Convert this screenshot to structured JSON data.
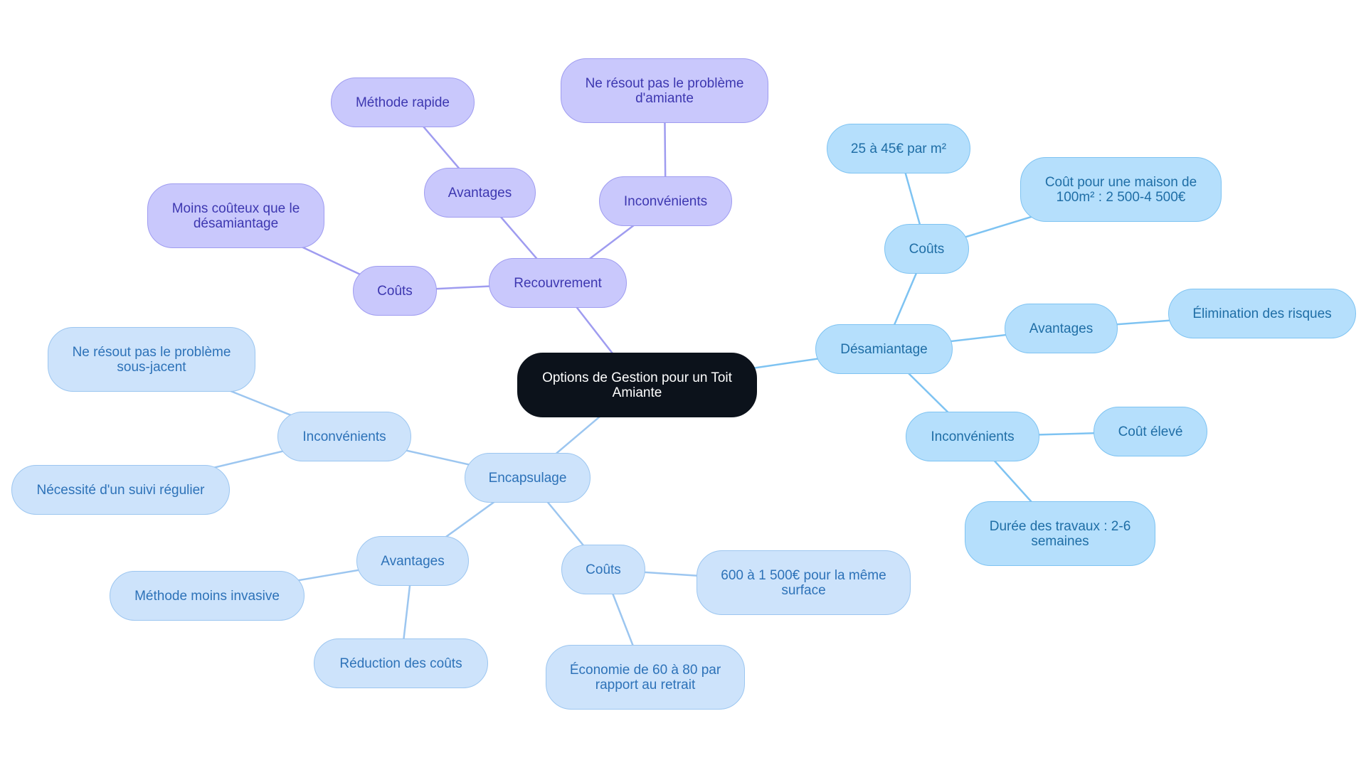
{
  "colors": {
    "root_bg": "#0c121b",
    "purple_fill": "#c9c8fc",
    "purple_line": "#9f9cf0",
    "blue_fill": "#b5dffc",
    "blue_line": "#7ec3f2",
    "lightblue_fill": "#cde3fb",
    "lightblue_line": "#9cc6f0"
  },
  "root": {
    "label": "Options de Gestion pour un Toit\nAmiante"
  },
  "recouvrement": {
    "label": "Recouvrement",
    "avantages": {
      "label": "Avantages",
      "items": [
        "Méthode rapide"
      ]
    },
    "inconvenients": {
      "label": "Inconvénients",
      "items": [
        "Ne résout pas le problème\nd'amiante"
      ]
    },
    "couts": {
      "label": "Coûts",
      "items": [
        "Moins coûteux que le\ndésamiantage"
      ]
    }
  },
  "desamiantage": {
    "label": "Désamiantage",
    "couts": {
      "label": "Coûts",
      "items": [
        "25 à 45€ par m²",
        "Coût pour une maison de\n100m² : 2 500-4 500€"
      ]
    },
    "avantages": {
      "label": "Avantages",
      "items": [
        "Élimination des risques"
      ]
    },
    "inconvenients": {
      "label": "Inconvénients",
      "items": [
        "Coût élevé",
        "Durée des travaux : 2-6\nsemaines"
      ]
    }
  },
  "encapsulage": {
    "label": "Encapsulage",
    "inconvenients": {
      "label": "Inconvénients",
      "items": [
        "Ne résout pas le problème\nsous-jacent",
        "Nécessité d'un suivi régulier"
      ]
    },
    "avantages": {
      "label": "Avantages",
      "items": [
        "Méthode moins invasive",
        "Réduction des coûts"
      ]
    },
    "couts": {
      "label": "Coûts",
      "items": [
        "600 à 1 500€ pour la même\nsurface",
        "Économie de 60 à 80 par\nrapport au retrait"
      ]
    }
  }
}
